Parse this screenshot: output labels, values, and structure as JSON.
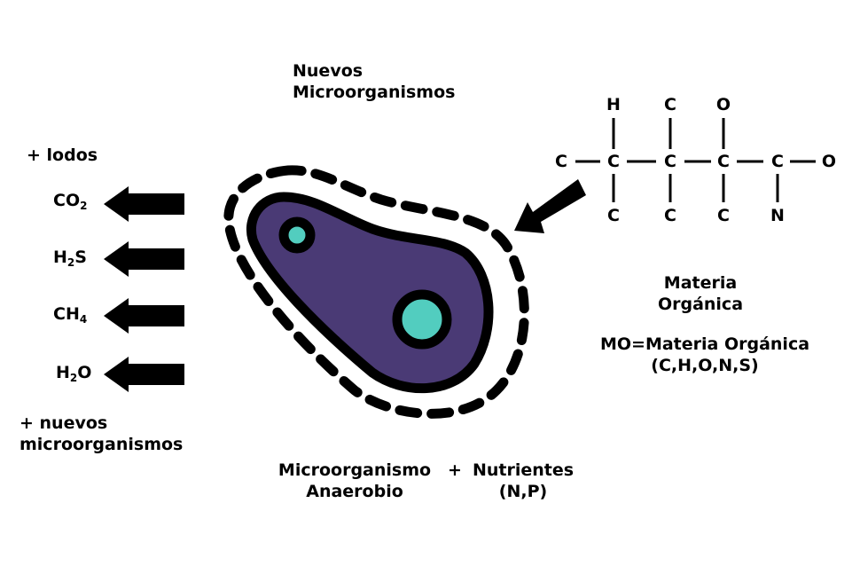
{
  "colors": {
    "cell_fill": "#4a3a75",
    "nucleus_fill": "#52cdbf",
    "outline": "#000000",
    "background": "#ffffff"
  },
  "top_label": {
    "line1": "Nuevos",
    "line2": "Microorganismos"
  },
  "left_outputs": {
    "top_note": "+ lodos",
    "gases": [
      {
        "base": "CO",
        "sub": "2",
        "after": ""
      },
      {
        "base": "H",
        "sub": "2",
        "after": "S"
      },
      {
        "base": "CH",
        "sub": "4",
        "after": ""
      },
      {
        "base": "H",
        "sub": "2",
        "after": "O"
      }
    ],
    "bottom_note_line1": "+ nuevos",
    "bottom_note_line2": "microorganismos"
  },
  "molecule": {
    "top_atoms": [
      "H",
      "C",
      "O"
    ],
    "chain_atoms": [
      "C",
      "C",
      "C",
      "C",
      "C",
      "O"
    ],
    "bottom_atoms": [
      "C",
      "C",
      "C",
      "N"
    ]
  },
  "organic_matter": {
    "title_line1": "Materia",
    "title_line2": "Orgánica",
    "definition_line1": "MO=Materia Orgánica",
    "definition_line2": "(C,H,O,N,S)"
  },
  "bottom_label": {
    "organism_line1": "Microorganismo",
    "organism_line2": "Anaerobio",
    "plus": "+",
    "nutrients_line1": "Nutrientes",
    "nutrients_line2": "(N,P)"
  }
}
